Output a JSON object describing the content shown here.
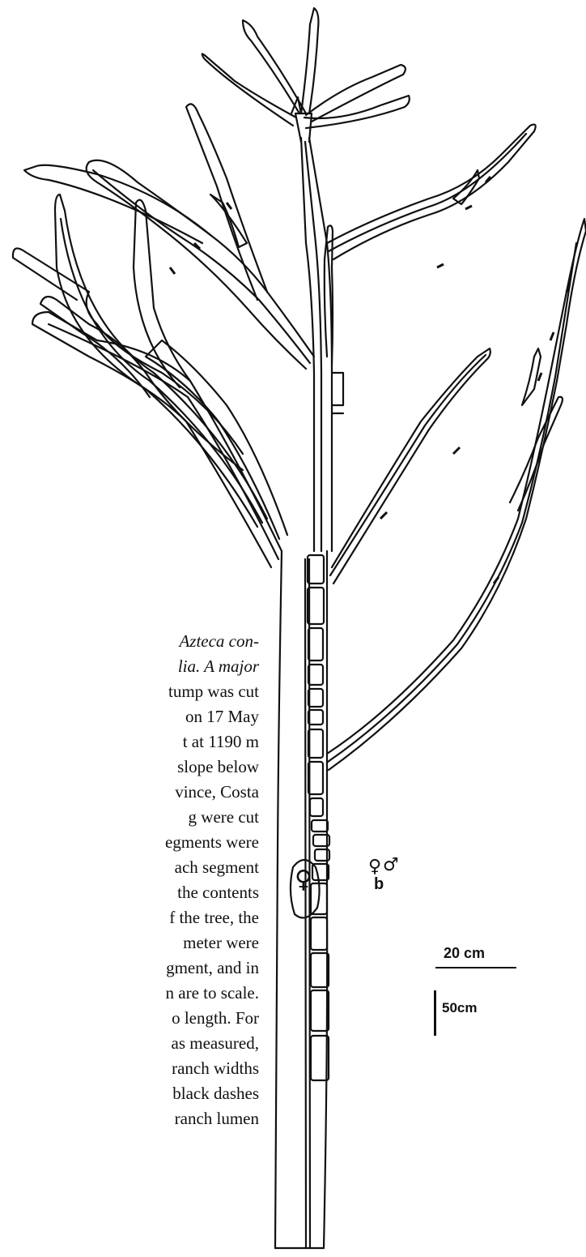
{
  "caption": {
    "lines": [
      "Azteca con-",
      "lia. A major",
      "tump was cut",
      "on 17 May",
      "t at 1190 m",
      "slope below",
      "vince, Costa",
      "g were cut",
      "egments were",
      "ach segment",
      "the contents",
      "f the tree, the",
      "meter were",
      "gment, and in",
      "n are to scale.",
      "o length. For",
      "as measured,",
      "ranch widths",
      "black dashes",
      "ranch lumen"
    ]
  },
  "symbols": {
    "queen": "♀",
    "female": "♀",
    "male": "♂",
    "label": "b"
  },
  "scale": {
    "horizontal": "20 cm",
    "vertical": "50cm"
  },
  "colors": {
    "ink": "#111111",
    "paper": "#ffffff"
  }
}
